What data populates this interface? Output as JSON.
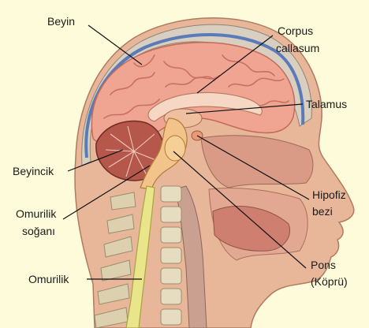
{
  "labels": {
    "beyin": "Beyin",
    "corpus_line1": "Corpus",
    "corpus_line2": "callasum",
    "talamus": "Talamus",
    "beyincik": "Beyincik",
    "hipofiz_line1": "Hipofiz",
    "hipofiz_line2": "bezi",
    "omurilik_sogani_line1": "Omurilik",
    "omurilik_sogani_line2": "soğanı",
    "pons_line1": "Pons",
    "pons_line2": "(Köprü)",
    "omurilik": "Omurilik"
  },
  "colors": {
    "background": "#fdfbd9",
    "skin": "#e8b79a",
    "cerebrum": "#f0a593",
    "cerebellum": "#b5574a",
    "brainstem": "#f3c48a",
    "spinal_cord": "#e8e58a",
    "vertebrae": "#e6dcc0",
    "leader_lines": "#111111"
  }
}
